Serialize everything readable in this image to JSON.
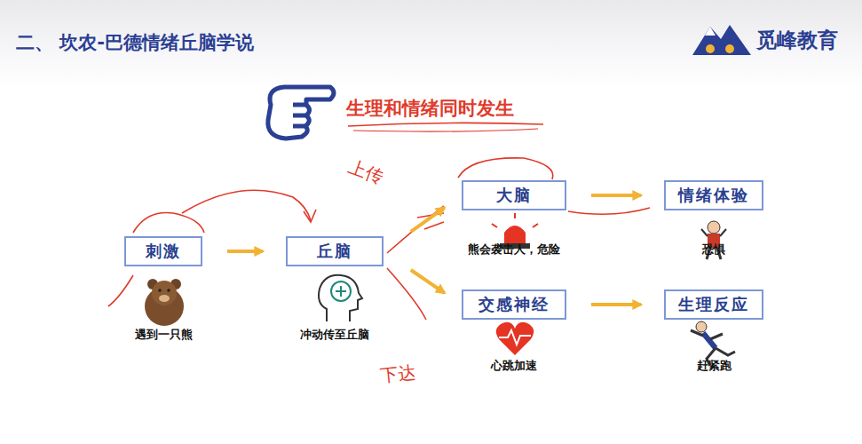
{
  "diagram": {
    "title": "二、 坎农-巴德情绪丘脑学说",
    "nodes": [
      {
        "text": [
          "刺激",
          "遇到一只熊"
        ]
      },
      {
        "text": [
          "丘脑",
          "冲动传至丘脑"
        ]
      },
      {
        "text": [
          "大脑",
          "熊会袭击人，危险"
        ]
      },
      {
        "text": [
          "交感神经",
          "心跳加速"
        ]
      },
      {
        "text": [
          "情绪体验",
          "恐惧"
        ]
      },
      {
        "text": [
          "生理反应",
          "赶紧跑"
        ]
      }
    ],
    "edges": [
      {
        "from": 0,
        "to": 1,
        "arrow": "to"
      },
      {
        "from": 1,
        "to": 2,
        "arrow": "to"
      },
      {
        "from": 1,
        "to": 3,
        "arrow": "to"
      },
      {
        "from": 2,
        "to": 4,
        "arrow": "to"
      },
      {
        "from": 3,
        "to": 5,
        "arrow": "to"
      }
    ],
    "labels": [
      "觅峰教育",
      "生理和情绪同时发生",
      "上传",
      "下达"
    ]
  }
}
